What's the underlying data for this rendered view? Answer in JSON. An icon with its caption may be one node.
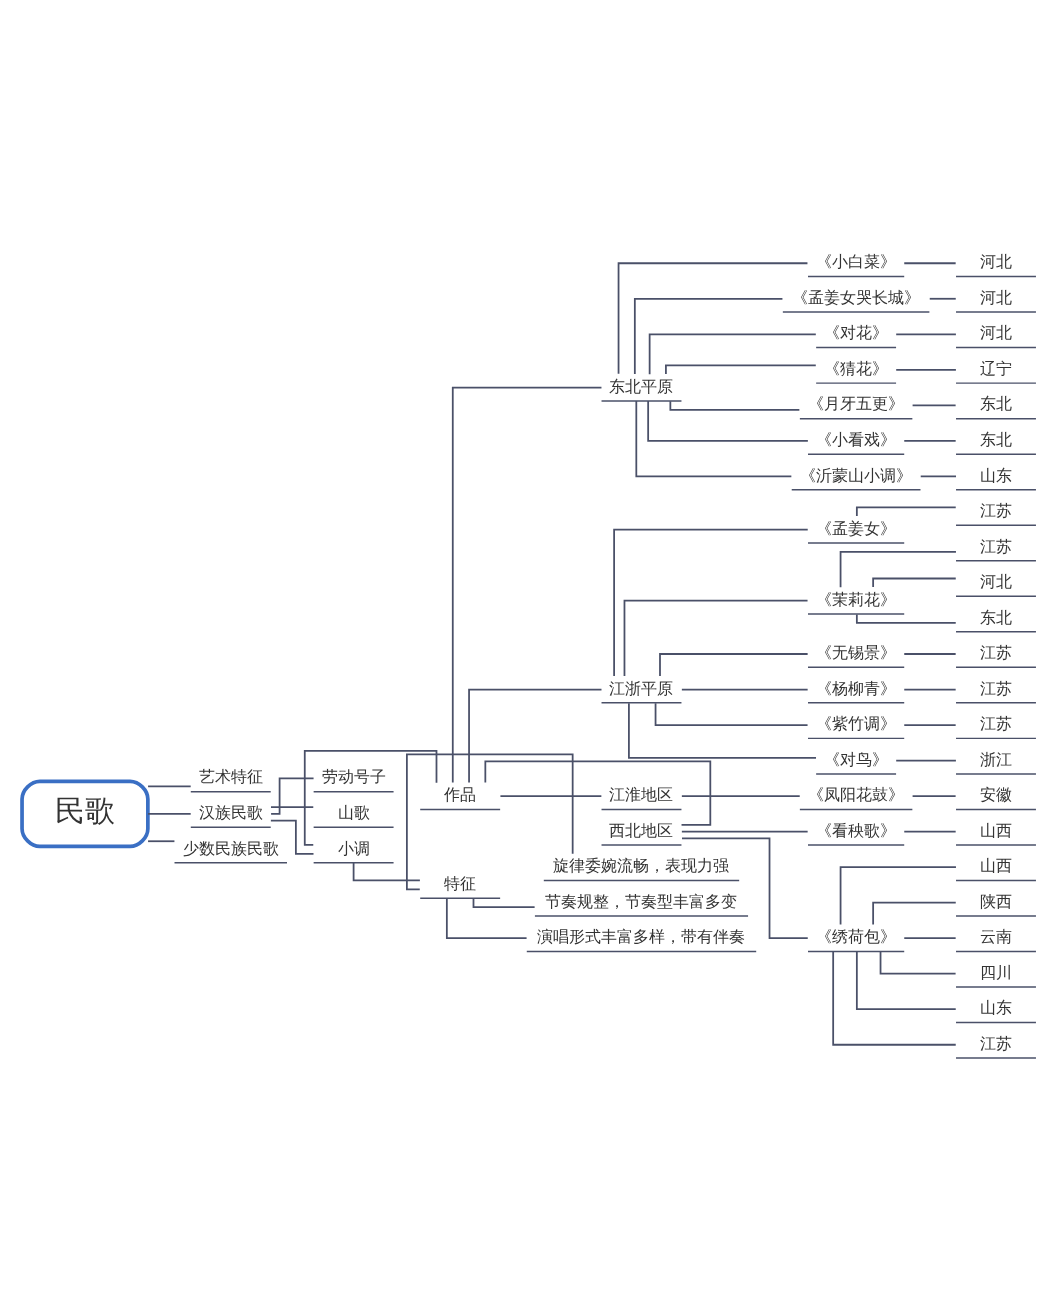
{
  "diagram": {
    "nodes": [
      {
        "text": [
          "民歌"
        ]
      },
      {
        "text": [
          "艺术特征"
        ]
      },
      {
        "text": [
          "汉族民歌"
        ]
      },
      {
        "text": [
          "劳动号子"
        ]
      },
      {
        "text": [
          "山歌"
        ]
      },
      {
        "text": [
          "小调"
        ]
      },
      {
        "text": [
          "作品"
        ]
      },
      {
        "text": [
          "东北平原"
        ]
      },
      {
        "text": [
          "《小白菜》"
        ]
      },
      {
        "text": [
          "河北"
        ]
      },
      {
        "text": [
          "《孟姜女哭长城》"
        ]
      },
      {
        "text": [
          "河北"
        ]
      },
      {
        "text": [
          "《对花》"
        ]
      },
      {
        "text": [
          "河北"
        ]
      },
      {
        "text": [
          "《猜花》"
        ]
      },
      {
        "text": [
          "辽宁"
        ]
      },
      {
        "text": [
          "《月牙五更》"
        ]
      },
      {
        "text": [
          "东北"
        ]
      },
      {
        "text": [
          "《小看戏》"
        ]
      },
      {
        "text": [
          "东北"
        ]
      },
      {
        "text": [
          "《沂蒙山小调》"
        ]
      },
      {
        "text": [
          "山东"
        ]
      },
      {
        "text": [
          "江浙平原"
        ]
      },
      {
        "text": [
          "《孟姜女》"
        ]
      },
      {
        "text": [
          "江苏"
        ]
      },
      {
        "text": [
          "《茉莉花》"
        ]
      },
      {
        "text": [
          "江苏"
        ]
      },
      {
        "text": [
          "河北"
        ]
      },
      {
        "text": [
          "东北"
        ]
      },
      {
        "text": [
          "《无锡景》"
        ]
      },
      {
        "text": [
          "江苏"
        ]
      },
      {
        "text": [
          "《杨柳青》"
        ]
      },
      {
        "text": [
          "江苏"
        ]
      },
      {
        "text": [
          "《紫竹调》"
        ]
      },
      {
        "text": [
          "江苏"
        ]
      },
      {
        "text": [
          "《对鸟》"
        ]
      },
      {
        "text": [
          "浙江"
        ]
      },
      {
        "text": [
          "江淮地区"
        ]
      },
      {
        "text": [
          "《凤阳花鼓》"
        ]
      },
      {
        "text": [
          "安徽"
        ]
      },
      {
        "text": [
          "西北地区"
        ]
      },
      {
        "text": [
          "《看秧歌》"
        ]
      },
      {
        "text": [
          "山西"
        ]
      },
      {
        "text": [
          "《绣荷包》"
        ]
      },
      {
        "text": [
          "山西"
        ]
      },
      {
        "text": [
          "陕西"
        ]
      },
      {
        "text": [
          "云南"
        ]
      },
      {
        "text": [
          "四川"
        ]
      },
      {
        "text": [
          "山东"
        ]
      },
      {
        "text": [
          "江苏"
        ]
      },
      {
        "text": [
          "特征"
        ]
      },
      {
        "text": [
          "旋律委婉流畅，表现力强"
        ]
      },
      {
        "text": [
          "节奏规整，节奏型丰富多变"
        ]
      },
      {
        "text": [
          "演唱形式丰富多样，带有伴奏"
        ]
      },
      {
        "text": [
          "少数民族民歌"
        ]
      }
    ],
    "edges": [
      {
        "from": 0,
        "to": 1,
        "arrow": "none"
      },
      {
        "from": 0,
        "to": 2,
        "arrow": "none"
      },
      {
        "from": 2,
        "to": 3,
        "arrow": "none"
      },
      {
        "from": 2,
        "to": 4,
        "arrow": "none"
      },
      {
        "from": 2,
        "to": 5,
        "arrow": "none"
      },
      {
        "from": 5,
        "to": 6,
        "arrow": "none"
      },
      {
        "from": 6,
        "to": 7,
        "arrow": "none"
      },
      {
        "from": 7,
        "to": 8,
        "arrow": "none"
      },
      {
        "from": 8,
        "to": 9,
        "arrow": "none"
      },
      {
        "from": 7,
        "to": 10,
        "arrow": "none"
      },
      {
        "from": 10,
        "to": 11,
        "arrow": "none"
      },
      {
        "from": 7,
        "to": 12,
        "arrow": "none"
      },
      {
        "from": 12,
        "to": 13,
        "arrow": "none"
      },
      {
        "from": 7,
        "to": 14,
        "arrow": "none"
      },
      {
        "from": 14,
        "to": 15,
        "arrow": "none"
      },
      {
        "from": 7,
        "to": 16,
        "arrow": "none"
      },
      {
        "from": 16,
        "to": 17,
        "arrow": "none"
      },
      {
        "from": 7,
        "to": 18,
        "arrow": "none"
      },
      {
        "from": 18,
        "to": 19,
        "arrow": "none"
      },
      {
        "from": 7,
        "to": 20,
        "arrow": "none"
      },
      {
        "from": 20,
        "to": 21,
        "arrow": "none"
      },
      {
        "from": 6,
        "to": 22,
        "arrow": "none"
      },
      {
        "from": 22,
        "to": 23,
        "arrow": "none"
      },
      {
        "from": 23,
        "to": 24,
        "arrow": "none"
      },
      {
        "from": 22,
        "to": 25,
        "arrow": "none"
      },
      {
        "from": 25,
        "to": 26,
        "arrow": "none"
      },
      {
        "from": 25,
        "to": 27,
        "arrow": "none"
      },
      {
        "from": 25,
        "to": 28,
        "arrow": "none"
      },
      {
        "from": 22,
        "to": 29,
        "arrow": "none"
      },
      {
        "from": 29,
        "to": 30,
        "arrow": "none"
      },
      {
        "from": 22,
        "to": 31,
        "arrow": "none"
      },
      {
        "from": 31,
        "to": 32,
        "arrow": "none"
      },
      {
        "from": 22,
        "to": 33,
        "arrow": "none"
      },
      {
        "from": 33,
        "to": 34,
        "arrow": "none"
      },
      {
        "from": 22,
        "to": 35,
        "arrow": "none"
      },
      {
        "from": 35,
        "to": 36,
        "arrow": "none"
      },
      {
        "from": 6,
        "to": 37,
        "arrow": "none"
      },
      {
        "from": 37,
        "to": 38,
        "arrow": "none"
      },
      {
        "from": 38,
        "to": 39,
        "arrow": "none"
      },
      {
        "from": 6,
        "to": 40,
        "arrow": "none"
      },
      {
        "from": 40,
        "to": 41,
        "arrow": "none"
      },
      {
        "from": 41,
        "to": 42,
        "arrow": "none"
      },
      {
        "from": 40,
        "to": 43,
        "arrow": "none"
      },
      {
        "from": 43,
        "to": 44,
        "arrow": "none"
      },
      {
        "from": 43,
        "to": 45,
        "arrow": "none"
      },
      {
        "from": 43,
        "to": 46,
        "arrow": "none"
      },
      {
        "from": 43,
        "to": 47,
        "arrow": "none"
      },
      {
        "from": 43,
        "to": 48,
        "arrow": "none"
      },
      {
        "from": 43,
        "to": 49,
        "arrow": "none"
      },
      {
        "from": 5,
        "to": 50,
        "arrow": "none"
      },
      {
        "from": 50,
        "to": 51,
        "arrow": "none"
      },
      {
        "from": 50,
        "to": 52,
        "arrow": "none"
      },
      {
        "from": 50,
        "to": 53,
        "arrow": "none"
      },
      {
        "from": 0,
        "to": 54,
        "arrow": "none"
      }
    ]
  }
}
